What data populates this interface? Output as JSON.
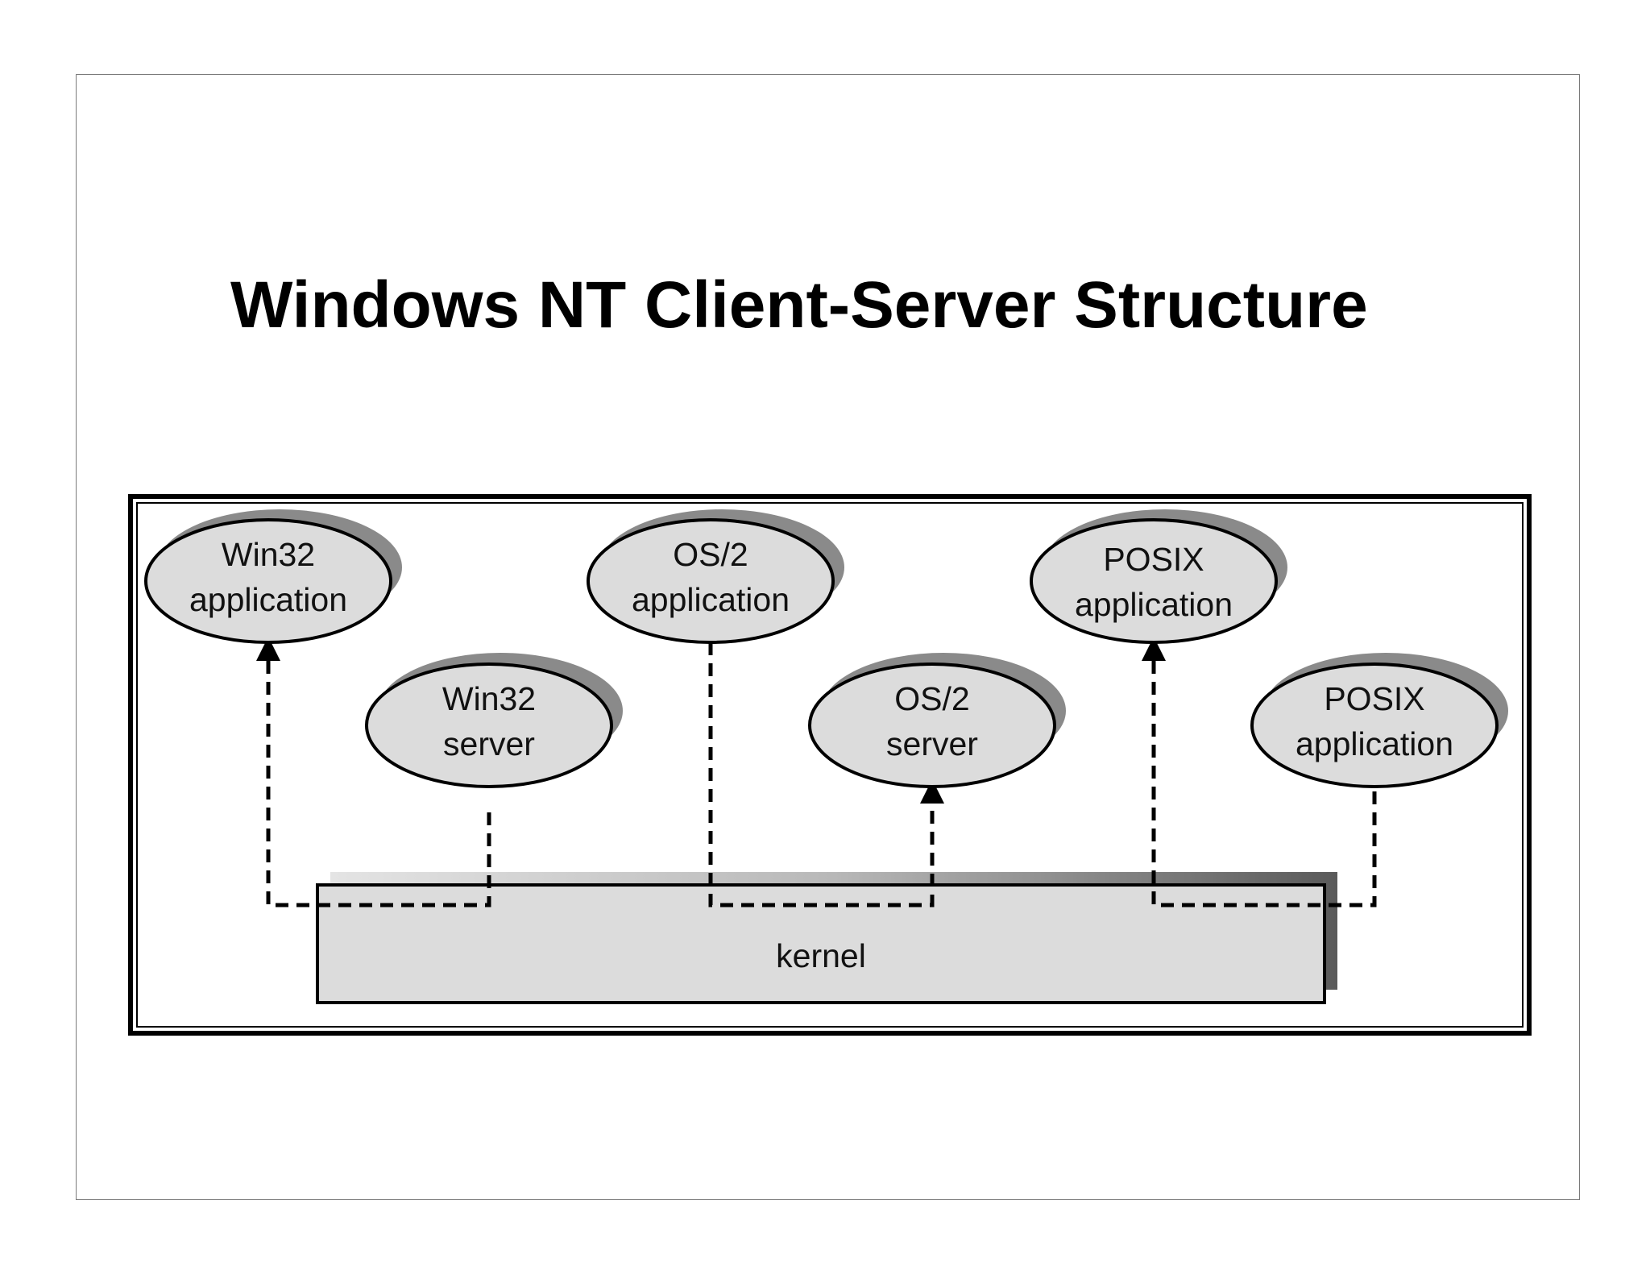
{
  "title": "Windows NT Client-Server Structure",
  "nodes": {
    "win32_app": {
      "line1": "Win32",
      "line2": "application"
    },
    "win32_server": {
      "line1": "Win32",
      "line2": "server"
    },
    "os2_app": {
      "line1": "OS/2",
      "line2": "application"
    },
    "os2_server": {
      "line1": "OS/2",
      "line2": "server"
    },
    "posix_app": {
      "line1": "POSIX",
      "line2": "application"
    },
    "posix_app_2": {
      "line1": "POSIX",
      "line2": "application"
    }
  },
  "kernel": {
    "label": "kernel"
  },
  "colors": {
    "node_fill": "#dcdcdc",
    "shadow": "#8a8a8a",
    "stroke": "#000000"
  }
}
